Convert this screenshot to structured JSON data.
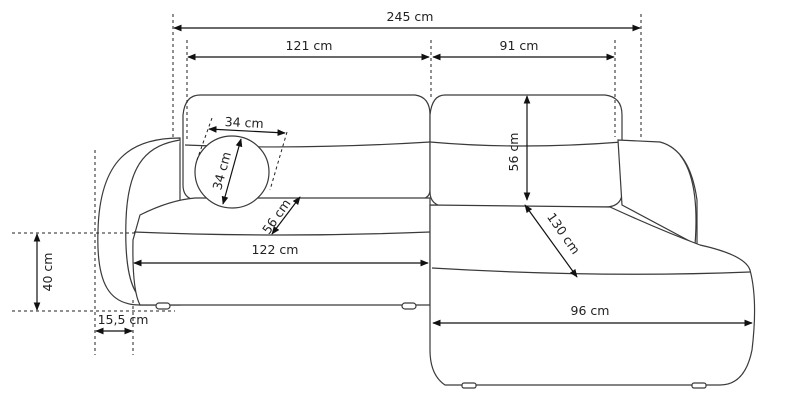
{
  "dimensions": {
    "total_width": "245 cm",
    "left_section_width": "121 cm",
    "chaise_width": "91 cm",
    "pillow_width": "34 cm",
    "pillow_height": "34 cm",
    "seat_depth": "56 cm",
    "back_height": "56 cm",
    "chaise_length": "130 cm",
    "seat_width": "122 cm",
    "seat_height": "40 cm",
    "arm_width": "15,5 cm",
    "chaise_seat_width": "96 cm"
  }
}
